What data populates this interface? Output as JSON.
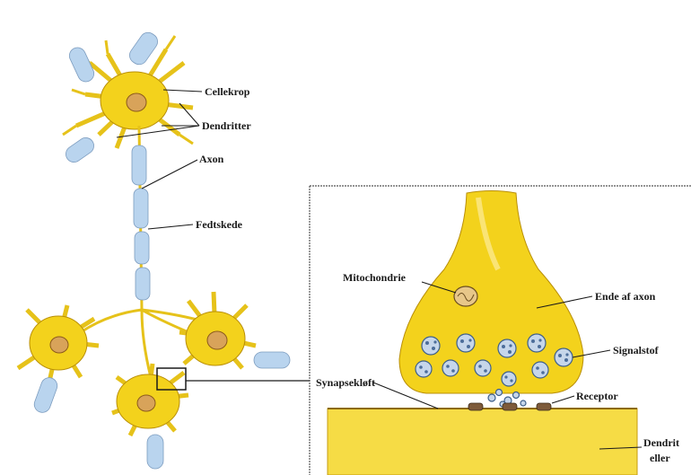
{
  "labels": {
    "cellekrop": "Cellekrop",
    "dendritter": "Dendritter",
    "axon": "Axon",
    "fedtskede": "Fedtskede",
    "mitochondrie": "Mitochondrie",
    "ende_af_axon": "Ende af axon",
    "signalstof": "Signalstof",
    "synapsekloeft": "Synapsekløft",
    "receptor": "Receptor",
    "dendrit_line1": "Dendrit",
    "dendrit_line2": "eller"
  },
  "colors": {
    "neuron": "#f3d21c",
    "nucleus": "#d8a35a",
    "myelin": "#b9d4ee",
    "vesicle": "#c6d6ea",
    "inset_border": "#555555"
  }
}
